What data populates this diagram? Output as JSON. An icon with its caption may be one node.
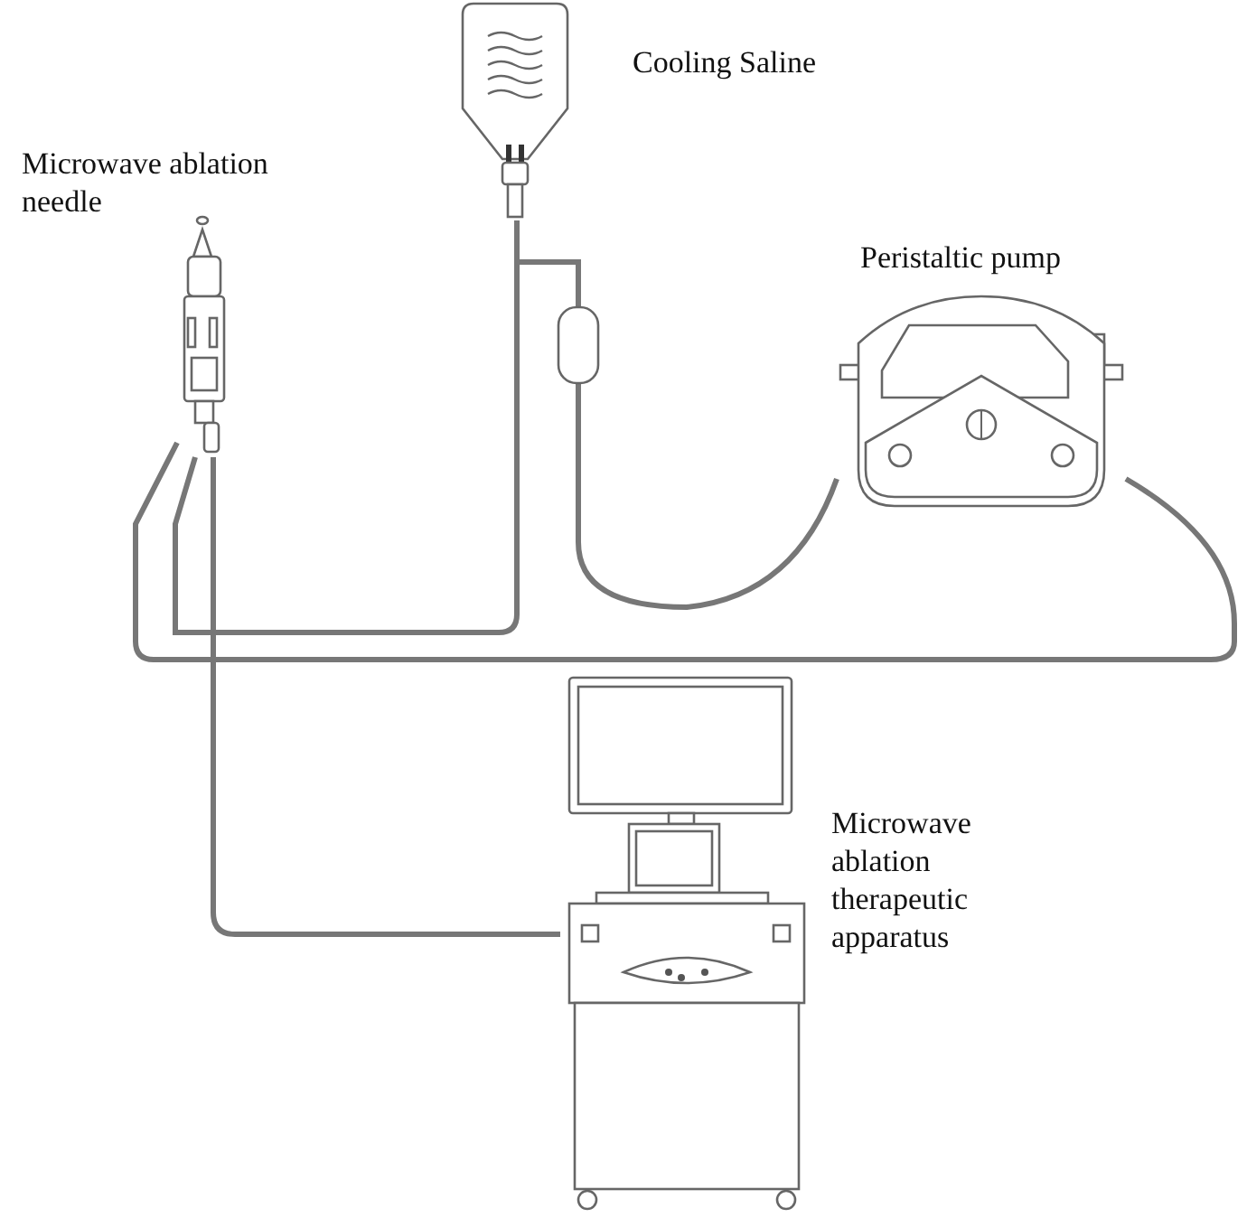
{
  "diagram": {
    "nodes": [
      {
        "text": [],
        "shape": "picture",
        "beside": [
          "Microwave ablation needle"
        ]
      },
      {
        "text": [],
        "shape": "picture",
        "beside": [
          "Cooling Saline"
        ]
      },
      {
        "text": [],
        "shape": "picture",
        "beside": [
          "Peristaltic pump"
        ]
      },
      {
        "text": [],
        "shape": "picture",
        "beside": [
          "Microwave ablation therapeutic apparatus"
        ]
      }
    ],
    "edges": [
      {
        "from": 1,
        "to": 2,
        "arrow": "none"
      },
      {
        "from": 2,
        "to": 0,
        "arrow": "none"
      },
      {
        "from": 1,
        "to": 0,
        "arrow": "none"
      },
      {
        "from": 0,
        "to": 3,
        "arrow": "none"
      }
    ]
  }
}
